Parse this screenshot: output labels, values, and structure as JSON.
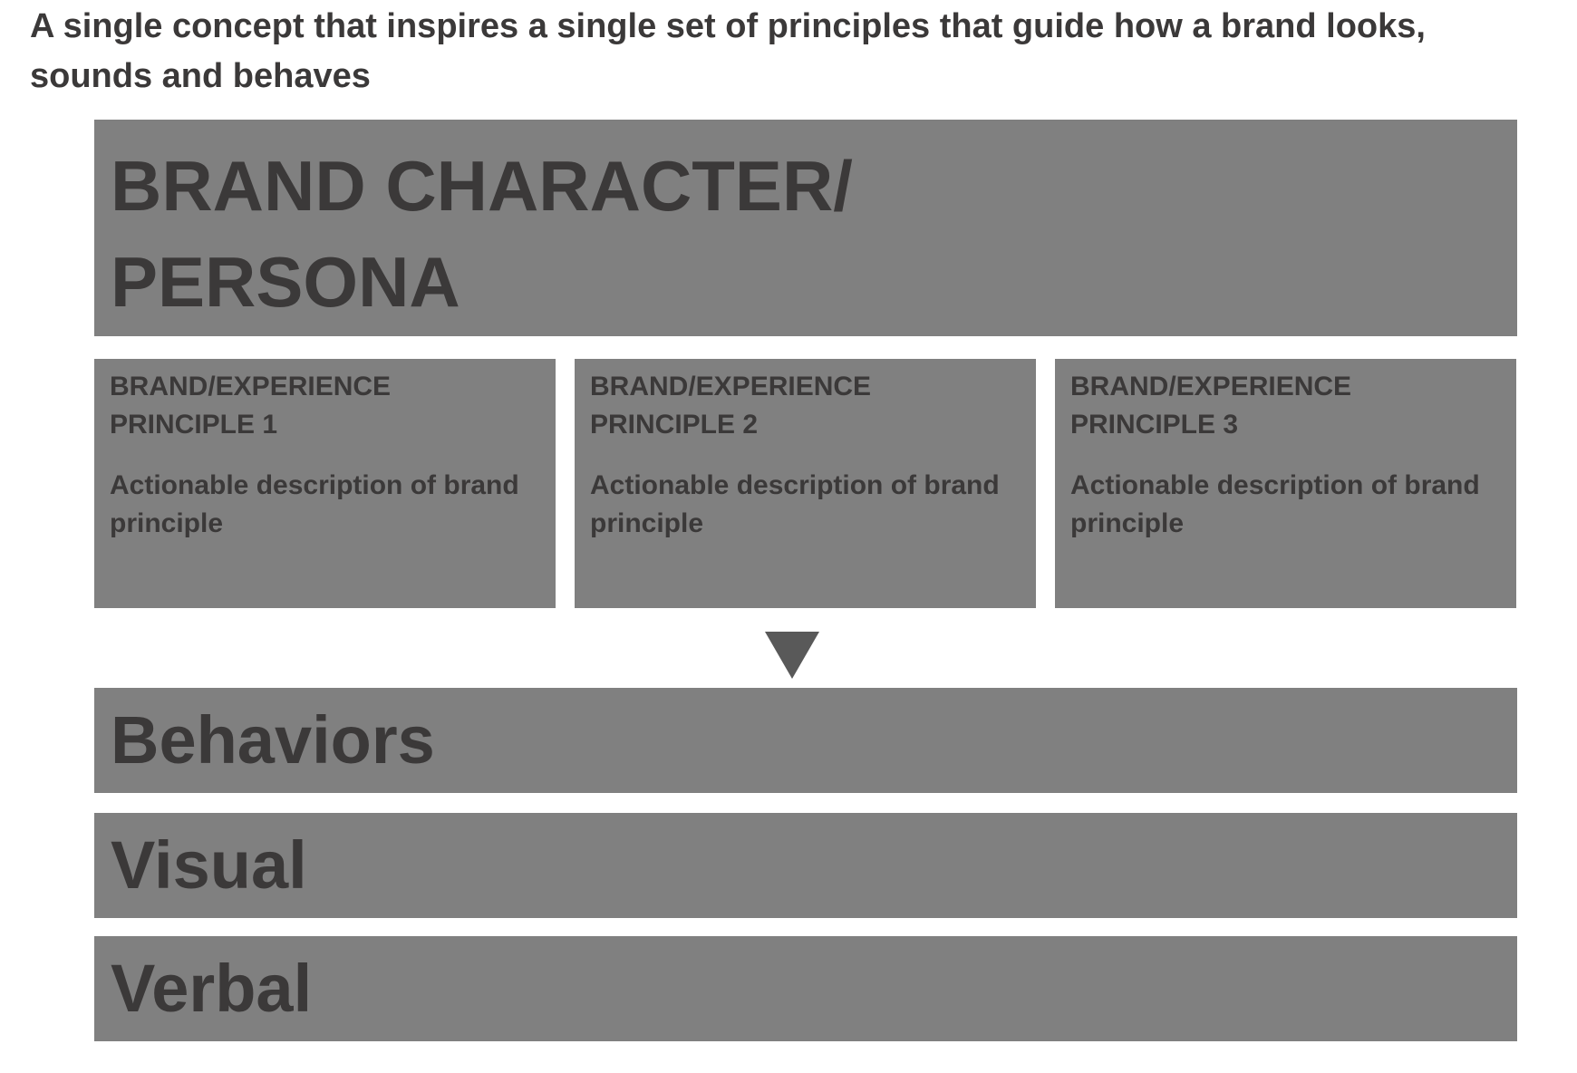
{
  "headline": "A single concept that inspires a single set of principles that guide how a brand looks, sounds and behaves",
  "top_box": {
    "line1": "BRAND CHARACTER/",
    "line2": "PERSONA"
  },
  "principles": [
    {
      "title": "BRAND/EXPERIENCE PRINCIPLE 1",
      "description": "Actionable description of brand principle"
    },
    {
      "title": "BRAND/EXPERIENCE PRINCIPLE 2",
      "description": "Actionable description of brand principle"
    },
    {
      "title": "BRAND/EXPERIENCE PRINCIPLE 3",
      "description": "Actionable description of brand principle"
    }
  ],
  "arrow": {
    "icon": "triangle-down-icon",
    "color": "#595959"
  },
  "bands": [
    {
      "label": "Behaviors"
    },
    {
      "label": "Visual"
    },
    {
      "label": "Verbal"
    }
  ],
  "colors": {
    "box_fill": "#808080",
    "text": "#3b3939",
    "background": "#ffffff"
  }
}
